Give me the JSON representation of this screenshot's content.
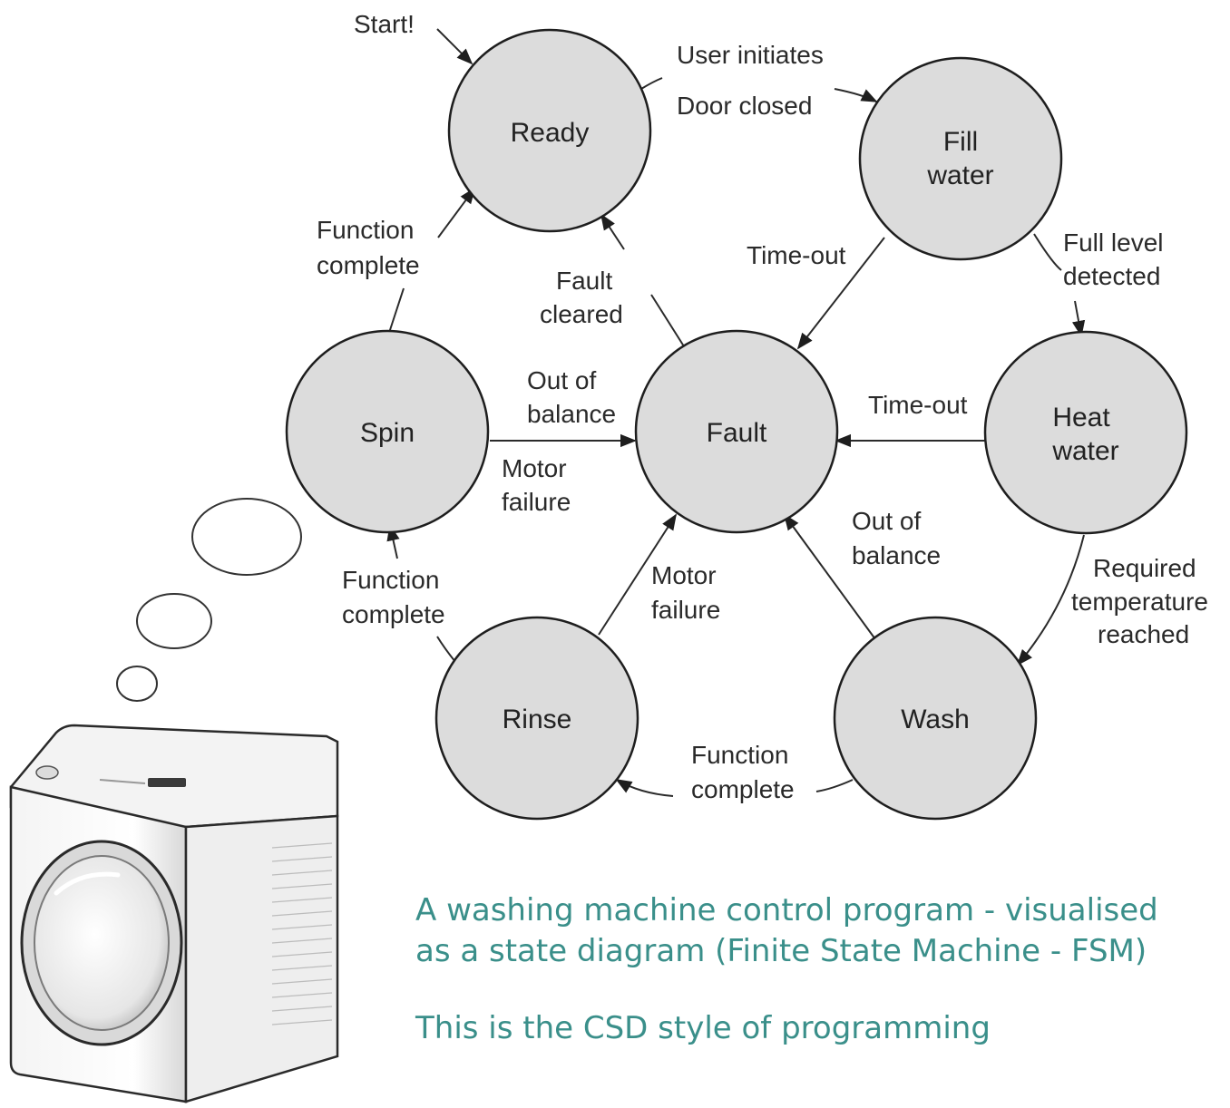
{
  "states": {
    "ready": "Ready",
    "fill_1": "Fill",
    "fill_2": "water",
    "heat_1": "Heat",
    "heat_2": "water",
    "wash": "Wash",
    "rinse": "Rinse",
    "spin": "Spin",
    "fault": "Fault"
  },
  "transitions": {
    "start": "Start!",
    "user_initiates": "User initiates",
    "door_closed": "Door closed",
    "full_level_1": "Full level",
    "full_level_2": "detected",
    "req_temp_1": "Required",
    "req_temp_2": "temperature",
    "req_temp_3": "reached",
    "wash_fc_1": "Function",
    "wash_fc_2": "complete",
    "rinse_fc_1": "Function",
    "rinse_fc_2": "complete",
    "spin_fc_1": "Function",
    "spin_fc_2": "complete",
    "fill_timeout": "Time-out",
    "heat_timeout": "Time-out",
    "fault_cleared_1": "Fault",
    "fault_cleared_2": "cleared",
    "spin_oob_1": "Out of",
    "spin_oob_2": "balance",
    "spin_motor_1": "Motor",
    "spin_motor_2": "failure",
    "rinse_motor_1": "Motor",
    "rinse_motor_2": "failure",
    "wash_oob_1": "Out of",
    "wash_oob_2": "balance"
  },
  "caption": {
    "line1": "A washing machine control program - visualised",
    "line2": "as a state diagram (Finite State Machine - FSM)",
    "line3": "This is the CSD style of programming"
  }
}
